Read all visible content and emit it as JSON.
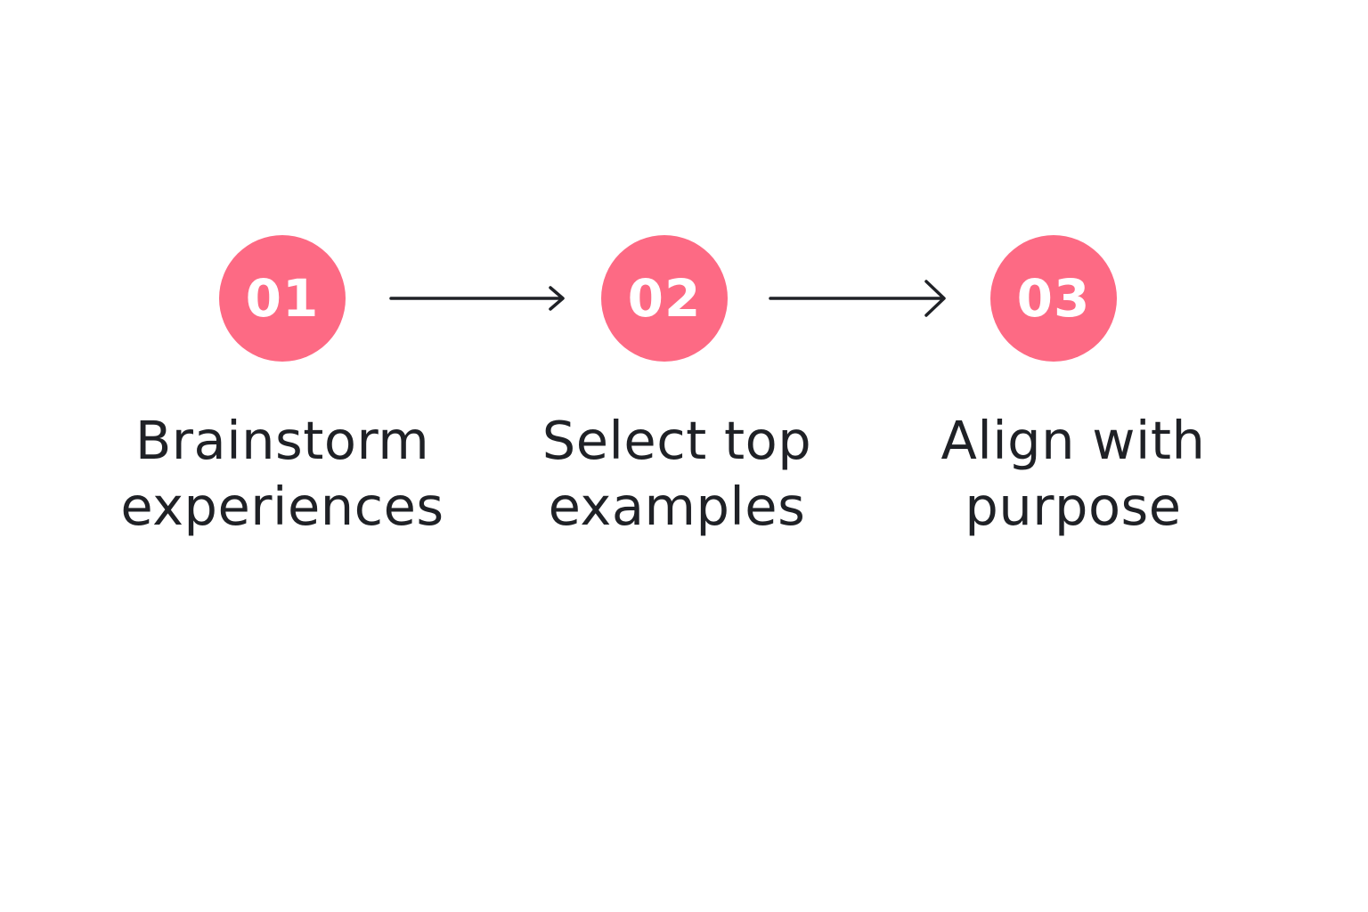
{
  "colors": {
    "accent": "#fd6a84",
    "text": "#1f2126",
    "arrow": "#1f2126",
    "background": "#ffffff"
  },
  "steps": [
    {
      "number": "01",
      "label_line1": "Brainstorm",
      "label_line2": "experiences"
    },
    {
      "number": "02",
      "label_line1": "Select top",
      "label_line2": "examples"
    },
    {
      "number": "03",
      "label_line1": "Align with",
      "label_line2": "purpose"
    }
  ],
  "arrows": [
    {
      "icon": "arrow-right-icon"
    },
    {
      "icon": "arrow-right-icon"
    }
  ]
}
